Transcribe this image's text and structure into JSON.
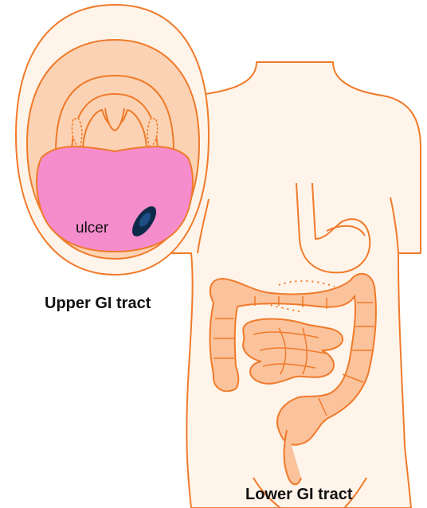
{
  "labels": {
    "ulcer": "ulcer",
    "upper_gi": "Upper GI tract",
    "lower_gi": "Lower GI tract"
  },
  "colors": {
    "outline": "#f07a2a",
    "skin": "#fff4ea",
    "mouth_inner": "#fbd3b4",
    "tongue": "#f58ccc",
    "intestine": "#fbc39c",
    "ulcer_outer": "#0d2a4a",
    "ulcer_inner": "#1d4f86",
    "text": "#111111"
  }
}
